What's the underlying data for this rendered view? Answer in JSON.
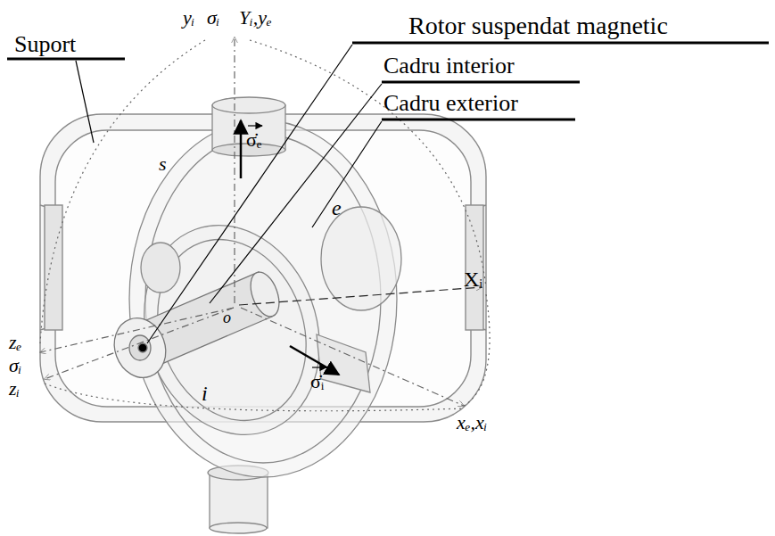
{
  "diagram": {
    "labels": [
      "yᵢ",
      "σᵢ",
      "Yᵢ,yₑ",
      "Suport",
      "Rotor suspendat magnetic",
      "Cadru interior",
      "Cadru exterior",
      "σ̇ₑ",
      "s",
      "e",
      "Xᵢ",
      "o",
      "σ̇ᵢ",
      "zₑ",
      "σᵢ",
      "zᵢ",
      "i",
      "xₑ,xᵢ"
    ]
  }
}
